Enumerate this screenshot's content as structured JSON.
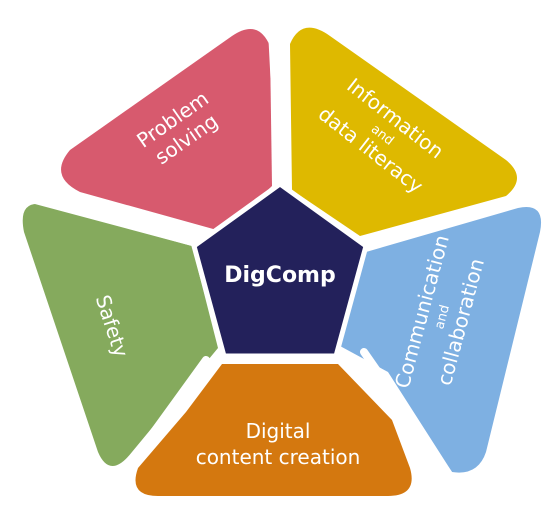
{
  "center": {
    "label": "DigComp",
    "color": "#23215b"
  },
  "segments": [
    {
      "id": "problem-solving",
      "lines": [
        "Problem",
        "solving"
      ],
      "color": "#d75a6e"
    },
    {
      "id": "information",
      "lines": [
        "Information",
        "and",
        "data literacy"
      ],
      "color": "#deb900"
    },
    {
      "id": "communication",
      "lines": [
        "Communication",
        "and",
        "collaboration"
      ],
      "color": "#7eb0e2"
    },
    {
      "id": "content-creation",
      "lines": [
        "Digital",
        "content creation"
      ],
      "color": "#d4780f"
    },
    {
      "id": "safety",
      "lines": [
        "Safety"
      ],
      "color": "#85aa5d"
    }
  ]
}
